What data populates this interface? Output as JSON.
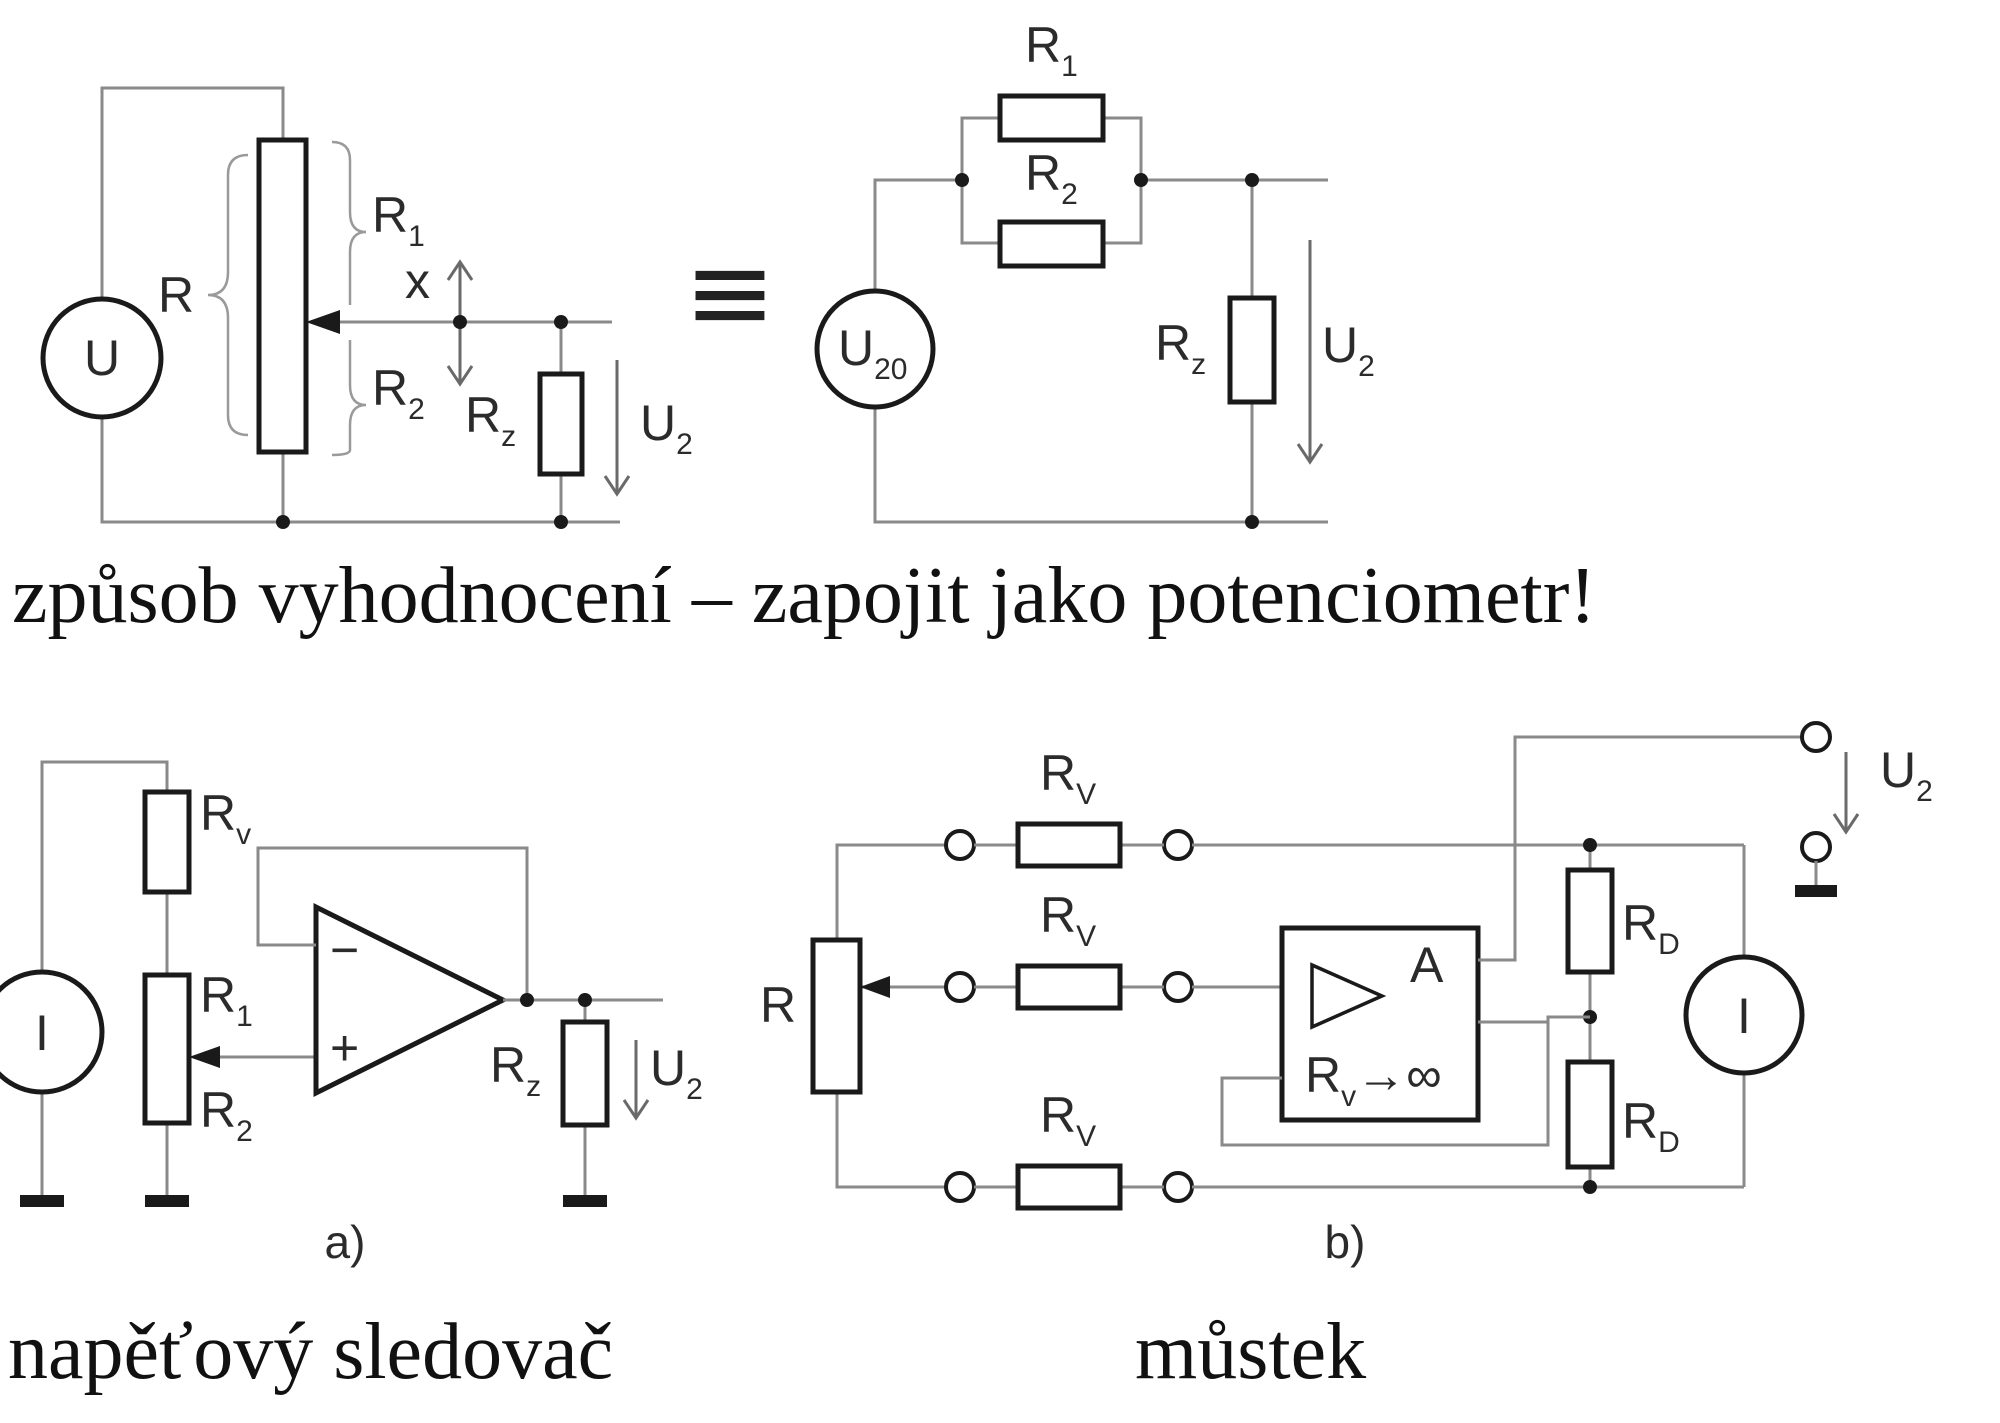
{
  "top_left": {
    "source": "U",
    "pot": "R",
    "r1": "R",
    "r1_sub": "1",
    "r2": "R",
    "r2_sub": "2",
    "x": "x",
    "rz": "R",
    "rz_sub": "z",
    "u2": "U",
    "u2_sub": "2"
  },
  "equiv_sign": "≡",
  "top_right": {
    "source": "U",
    "source_sub": "20",
    "r1": "R",
    "r1_sub": "1",
    "r2": "R",
    "r2_sub": "2",
    "rz": "R",
    "rz_sub": "z",
    "u2": "U",
    "u2_sub": "2"
  },
  "caption_top": "způsob vyhodnocení – zapojit jako potenciometr!",
  "bottom_left": {
    "source": "I",
    "rv": "R",
    "rv_sub": "v",
    "r1": "R",
    "r1_sub": "1",
    "r2": "R",
    "r2_sub": "2",
    "minus": "−",
    "plus": "+",
    "rz": "R",
    "rz_sub": "z",
    "u2": "U",
    "u2_sub": "2",
    "tag": "a)"
  },
  "bottom_right": {
    "pot": "R",
    "rv": "R",
    "rv_sub": "V",
    "amp": "A",
    "amp_rv": "R",
    "amp_rv_sub": "v",
    "amp_rv_suffix": "→∞",
    "rd": "R",
    "rd_sub": "D",
    "source": "I",
    "u2": "U",
    "u2_sub": "2",
    "tag": "b)"
  },
  "caption_left": "napěťový sledovač",
  "caption_right": "můstek"
}
